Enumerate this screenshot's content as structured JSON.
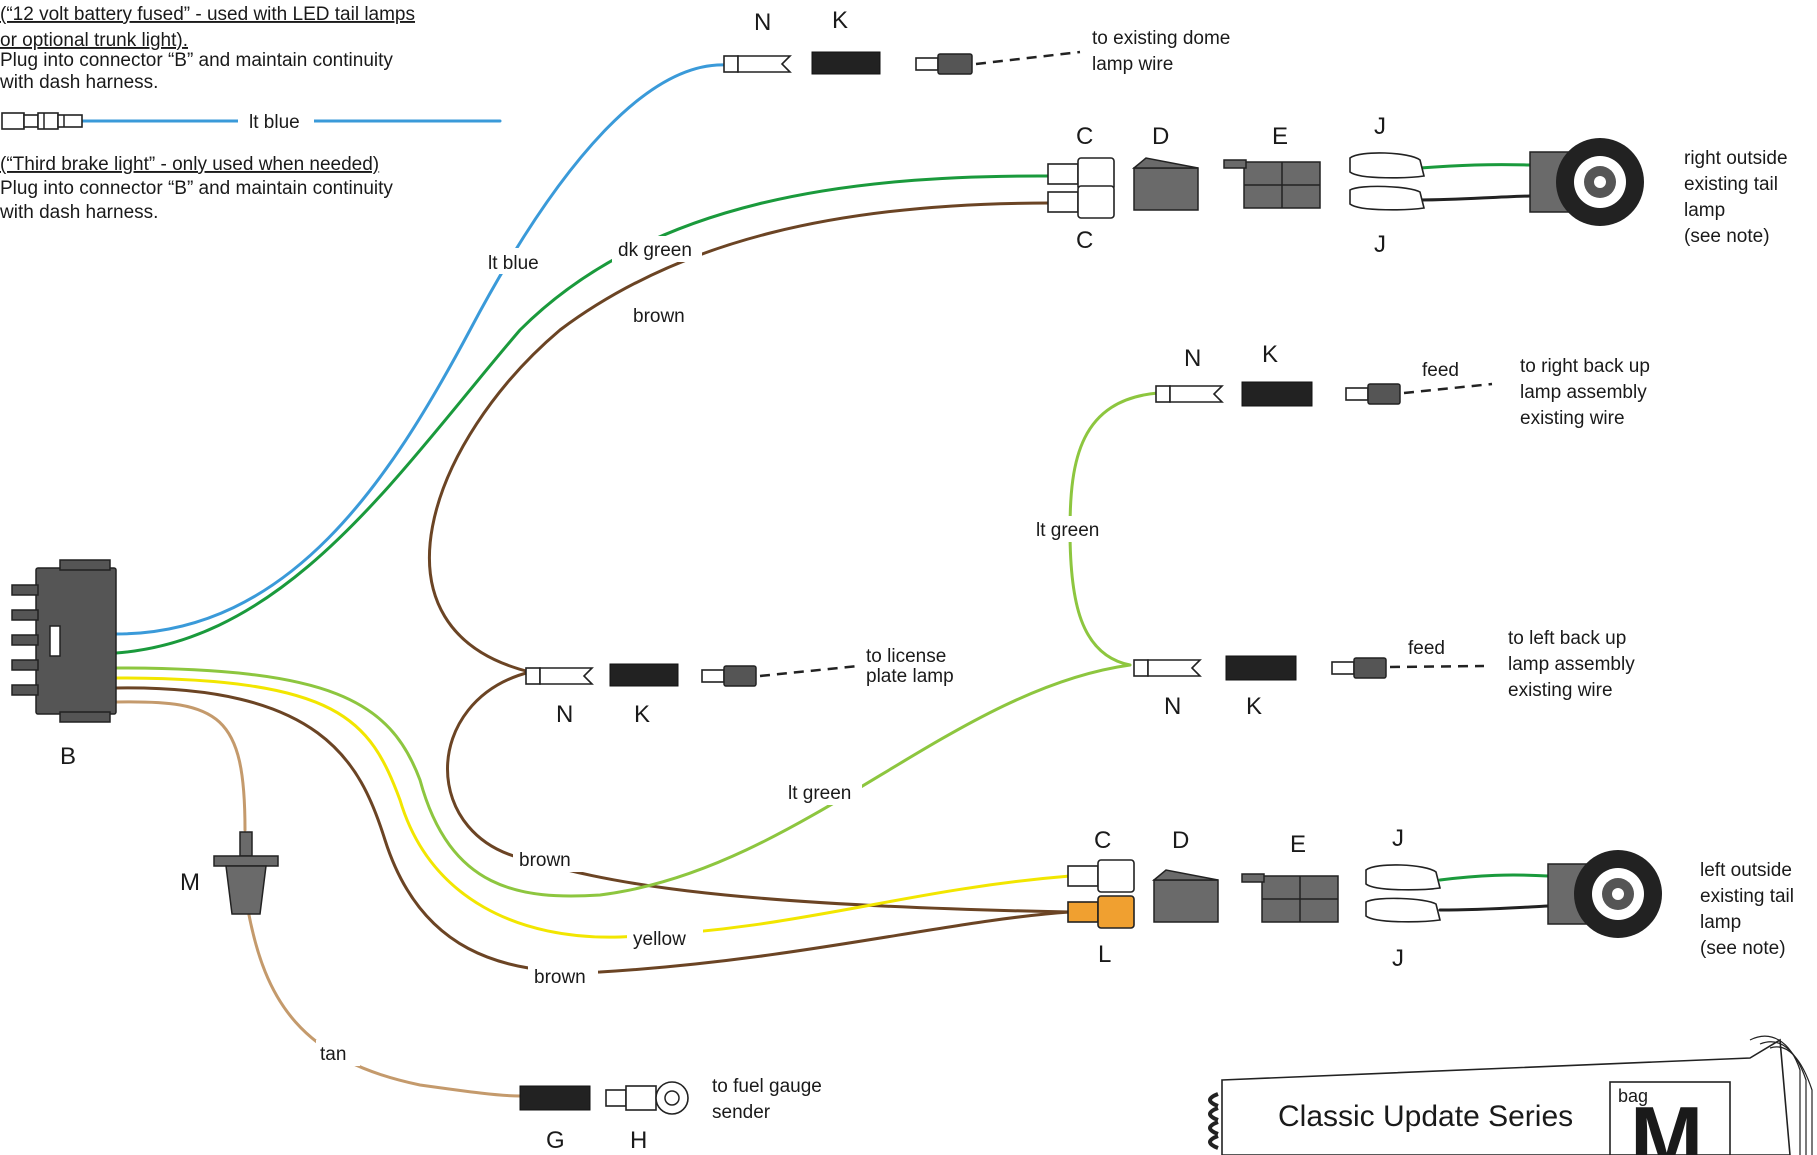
{
  "notes": {
    "fused_line1": "(“12 volt battery fused” - used with LED tail lamps",
    "fused_line2": "or optional trunk light).",
    "fused_line3": "Plug into connector “B” and maintain continuity",
    "fused_line4": "with dash harness.",
    "fused_wire": "lt blue",
    "brake_line1": "(“Third brake light” - only used when needed)",
    "brake_line2": "Plug into connector “B” and maintain continuity",
    "brake_line3": "with dash harness."
  },
  "wires": {
    "lt_blue": "lt blue",
    "dk_green": "dk green",
    "brown_upper": "brown",
    "brown_mid": "brown",
    "brown_low": "brown",
    "lt_green_top": "lt green",
    "lt_green_low": "lt green",
    "yellow": "yellow",
    "tan": "tan"
  },
  "letters": {
    "n_top": "N",
    "k_top": "K",
    "c_top": "C",
    "d_top": "D",
    "e_top": "E",
    "j_top": "J",
    "c_top2": "C",
    "j_top2": "J",
    "n_rb": "N",
    "k_rb": "K",
    "n_lic": "N",
    "k_lic": "K",
    "n_lb": "N",
    "k_lb": "K",
    "c_bot": "C",
    "d_bot": "D",
    "e_bot": "E",
    "j_bot": "J",
    "l_bot": "L",
    "j_bot2": "J",
    "b": "B",
    "m": "M",
    "g": "G",
    "h": "H"
  },
  "destinations": {
    "dome_1": "to existing dome",
    "dome_2": "lamp wire",
    "rtail_1": "right outside",
    "rtail_2": "existing tail",
    "rtail_3": "lamp",
    "rtail_4": "(see note)",
    "rback_feed": "feed",
    "rback_1": "to right back up",
    "rback_2": "lamp assembly",
    "rback_3": "existing wire",
    "lback_feed": "feed",
    "lback_1": "to left back up",
    "lback_2": "lamp assembly",
    "lback_3": "existing wire",
    "lic_1": "to license",
    "lic_2": "plate lamp",
    "ltail_1": "left outside",
    "ltail_2": "existing tail",
    "ltail_3": "lamp",
    "ltail_4": "(see note)",
    "fuel_1": "to fuel gauge",
    "fuel_2": "sender"
  },
  "booklet": {
    "series": "Classic Update Series",
    "bag_label": "bag",
    "bag_letter": "M"
  },
  "colors": {
    "lt_blue": "#3a9ad9",
    "dk_green": "#1a9a3c",
    "brown": "#6b4424",
    "lt_green": "#8dc63f",
    "yellow": "#f2e600",
    "tan": "#c49a6c",
    "connector_orange": "#f0a030"
  }
}
